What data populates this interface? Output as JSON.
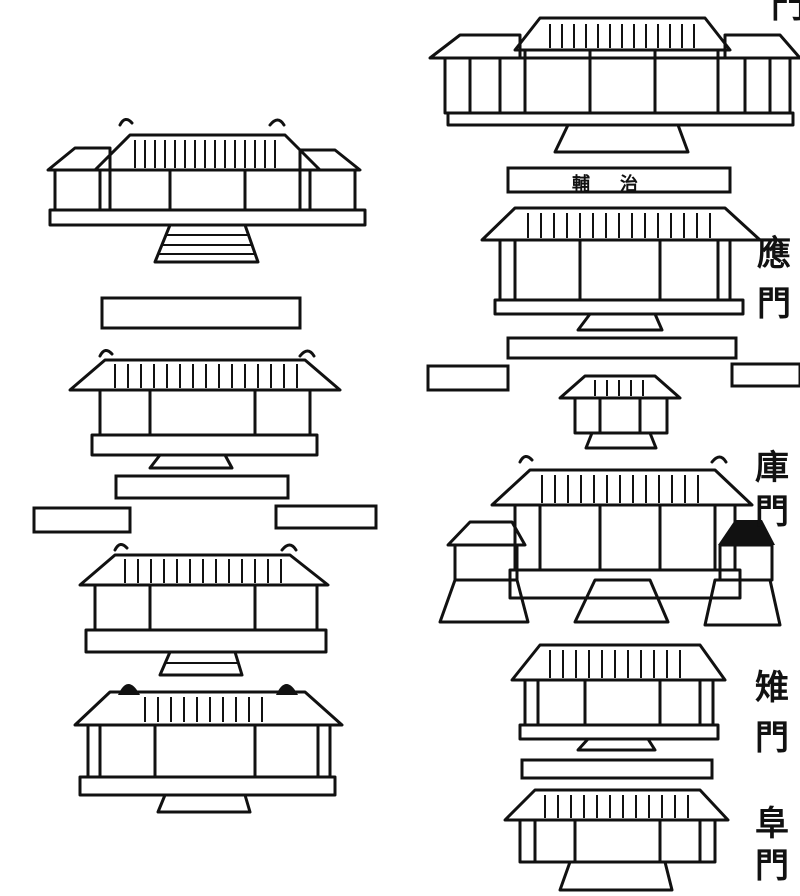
{
  "labels": {
    "top_partial": "門",
    "gate_1_char_1": "應",
    "gate_1_char_2": "門",
    "gate_2_char_1": "庫",
    "gate_2_char_2": "門",
    "gate_3_char_1": "雉",
    "gate_3_char_2": "門",
    "gate_4_char_1": "阜",
    "gate_4_char_2": "門"
  },
  "plaque": {
    "text": "輔治"
  },
  "colors": {
    "ink": "#111111",
    "paper": "#ffffff"
  }
}
